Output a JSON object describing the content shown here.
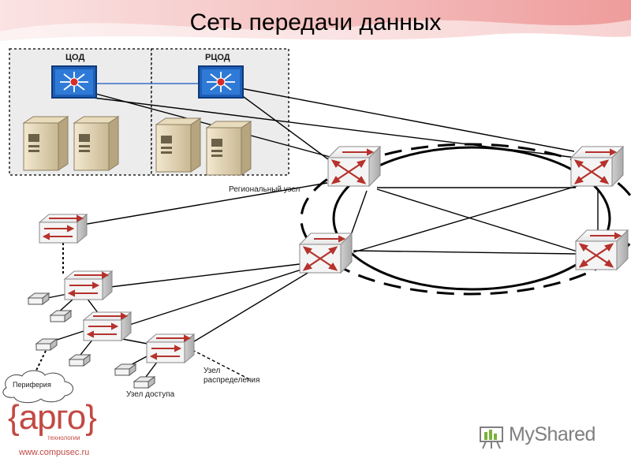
{
  "slide": {
    "title": "Сеть передачи данных"
  },
  "zones": {
    "cod": "ЦОД",
    "rcod": "РЦОД"
  },
  "labels": {
    "regional_node": "Региональный узел",
    "periphery": "Периферия",
    "access_node": "Узел доступа",
    "distribution_node_line1": "Узел",
    "distribution_node_line2": "распределения"
  },
  "footer": {
    "logo_text": "{арго}",
    "logo_sub": "технологии",
    "website": "www.compusec.ru",
    "watermark": "MyShared"
  },
  "colors": {
    "header_pink": "#f2b6b5",
    "logo_red": "#c24a44",
    "switch_blue": "#1f5fb8",
    "router_red": "#b5322c"
  }
}
